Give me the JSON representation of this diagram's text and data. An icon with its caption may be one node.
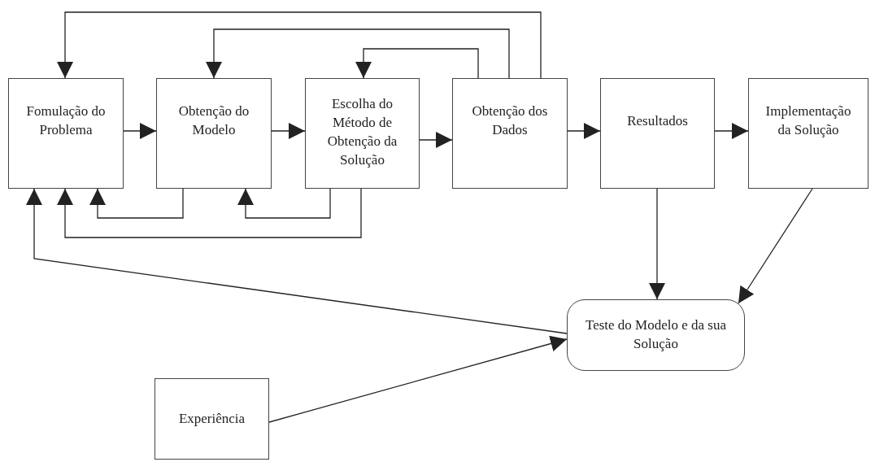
{
  "diagram": {
    "nodes": [
      {
        "text": [
          "Fomulação do Problema"
        ]
      },
      {
        "text": [
          "Obtenção do Modelo"
        ]
      },
      {
        "text": [
          "Escolha do Método de Obtenção da Solução"
        ]
      },
      {
        "text": [
          "Obtenção dos Dados"
        ]
      },
      {
        "text": [
          "Resultados"
        ]
      },
      {
        "text": [
          "Implementação da Solução"
        ]
      },
      {
        "text": [
          "Teste do Modelo e da sua Solução"
        ]
      },
      {
        "text": [
          "Experiência"
        ]
      }
    ],
    "edges": [
      {
        "from": 0,
        "to": 1,
        "arrow": "to"
      },
      {
        "from": 1,
        "to": 2,
        "arrow": "to"
      },
      {
        "from": 2,
        "to": 3,
        "arrow": "to"
      },
      {
        "from": 3,
        "to": 4,
        "arrow": "to"
      },
      {
        "from": 4,
        "to": 5,
        "arrow": "to"
      },
      {
        "from": 3,
        "to": 0,
        "arrow": "to"
      },
      {
        "from": 3,
        "to": 1,
        "arrow": "to"
      },
      {
        "from": 3,
        "to": 2,
        "arrow": "to"
      },
      {
        "from": 1,
        "to": 0,
        "arrow": "to"
      },
      {
        "from": 2,
        "to": 1,
        "arrow": "to"
      },
      {
        "from": 2,
        "to": 0,
        "arrow": "to"
      },
      {
        "from": 4,
        "to": 6,
        "arrow": "to"
      },
      {
        "from": 5,
        "to": 6,
        "arrow": "to"
      },
      {
        "from": 6,
        "to": 0,
        "arrow": "to"
      },
      {
        "from": 7,
        "to": 6,
        "arrow": "to"
      }
    ]
  }
}
